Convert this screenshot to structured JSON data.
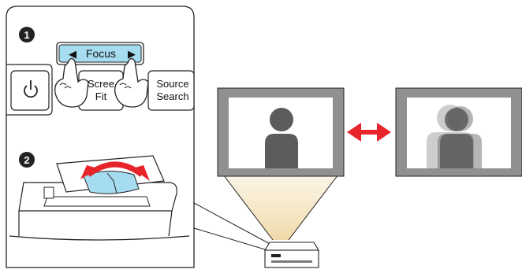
{
  "steps": [
    {
      "marker": "1"
    },
    {
      "marker": "2"
    }
  ],
  "control_panel": {
    "focus_label": "Focus",
    "focus_left_arrow": "◀",
    "focus_right_arrow": "▶",
    "power_icon": "power-icon",
    "screen_fit_line1": "Scree",
    "screen_fit_line2": "Fit",
    "source_search_line1": "Source",
    "source_search_line2": "Search"
  },
  "colors": {
    "key_highlight": "#a6dcf0",
    "focus_ring": "#a6dcf0",
    "arrow_red": "#e8242b",
    "screen_gray": "#909090",
    "silhouette": "#5c5c5c",
    "beam": "#f5e8c8"
  },
  "screens": {
    "left_state": "sharp",
    "right_state": "blurred"
  }
}
